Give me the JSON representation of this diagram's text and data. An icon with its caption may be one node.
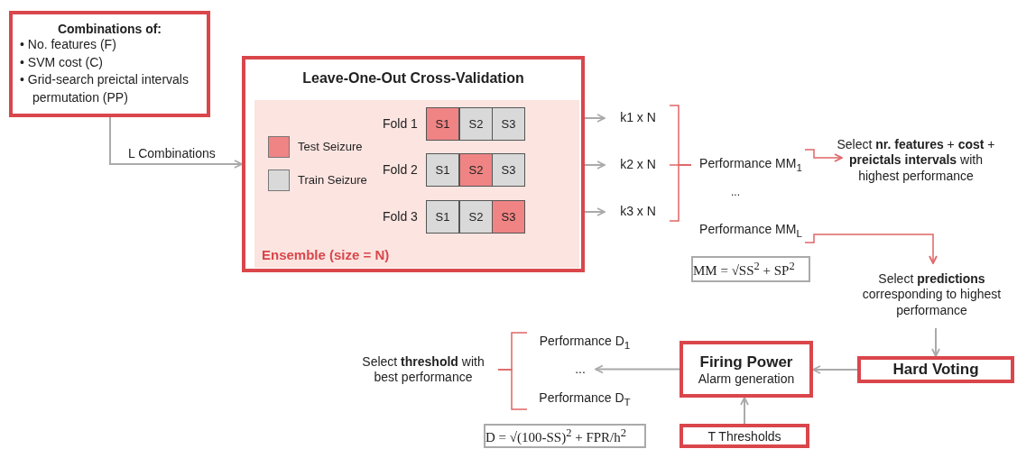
{
  "diagram": {
    "nodes": [
      {
        "text": [
          "Combinations of:",
          "• No. features (F)",
          "• SVM cost (C)",
          "• Grid-search preictal intervals permutation (PP)"
        ]
      },
      {
        "text": [
          "Leave-One-Out Cross-Validation"
        ]
      },
      {
        "text": [
          "Ensemble (size = N)"
        ],
        "in": 1
      },
      {
        "text": [
          "S1"
        ],
        "in": 2,
        "beside": [
          "Fold 1"
        ]
      },
      {
        "text": [
          "S2"
        ],
        "in": 2
      },
      {
        "text": [
          "S3"
        ],
        "in": 2
      },
      {
        "text": [
          "S1"
        ],
        "in": 2,
        "beside": [
          "Fold 2"
        ]
      },
      {
        "text": [
          "S2"
        ],
        "in": 2
      },
      {
        "text": [
          "S3"
        ],
        "in": 2
      },
      {
        "text": [
          "S1"
        ],
        "in": 2,
        "beside": [
          "Fold 3"
        ]
      },
      {
        "text": [
          "S2"
        ],
        "in": 2
      },
      {
        "text": [
          "S3"
        ],
        "in": 2
      },
      {
        "text": [
          "k1 x N"
        ]
      },
      {
        "text": [
          "k2 x N"
        ]
      },
      {
        "text": [
          "k3 x N"
        ]
      },
      {
        "text": [
          "Performance MM$_{1}$"
        ]
      },
      {
        "text": [
          "Performance MM$_{L}$"
        ]
      },
      {
        "text": [
          "MM = √SS$^{2}$ + SP$^{2}$"
        ]
      },
      {
        "text": [
          "Select **nr. features** + **cost** + **preictals intervals** with highest performance"
        ]
      },
      {
        "text": [
          "Select **predictions** corresponding to highest performance"
        ]
      },
      {
        "text": [
          "Hard Voting"
        ]
      },
      {
        "text": [
          "Firing Power",
          "Alarm generation"
        ]
      },
      {
        "text": [
          "T Thresholds"
        ]
      },
      {
        "text": [
          "Performance D$_{1}$"
        ]
      },
      {
        "text": [
          "Performance D$_{T}$"
        ]
      },
      {
        "text": [
          "D = √(100-SS)$^{2}$ + FPR/h$^{2}$"
        ]
      },
      {
        "text": [
          "Select **threshold** with best performance"
        ]
      },
      {
        "text": [
          "..."
        ]
      }
    ],
    "edges": [
      {
        "from": 0,
        "to": 1,
        "arrow": "to",
        "label": "L Combinations"
      },
      {
        "from": null,
        "to": 12,
        "arrow": "to"
      },
      {
        "from": null,
        "to": 13,
        "arrow": "to"
      },
      {
        "from": null,
        "to": 14,
        "arrow": "to"
      },
      {
        "from": 12,
        "to": 15,
        "arrow": "none",
        "color": "#e06666"
      },
      {
        "from": 13,
        "to": 15,
        "arrow": "none",
        "color": "#e06666"
      },
      {
        "from": 14,
        "to": 15,
        "arrow": "none",
        "color": "#e06666"
      },
      {
        "from": 15,
        "to": 18,
        "arrow": "to",
        "color": "#e06666"
      },
      {
        "from": 16,
        "to": 19,
        "arrow": "to",
        "color": "#e06666"
      },
      {
        "from": 19,
        "to": 20,
        "arrow": "to"
      },
      {
        "from": 20,
        "to": 21,
        "arrow": "to"
      },
      {
        "from": 22,
        "to": 21,
        "arrow": "to"
      },
      {
        "from": 21,
        "to": 27,
        "arrow": "to"
      },
      {
        "from": 23,
        "to": 26,
        "arrow": "none",
        "color": "#e06666"
      },
      {
        "from": 24,
        "to": 26,
        "arrow": "none",
        "color": "#e06666"
      }
    ],
    "labels": [
      "..."
    ],
    "legend": [
      {
        "text": "Test Seizure",
        "color": "#f08484"
      },
      {
        "text": "Train Seizure",
        "color": "#d9d9d9"
      }
    ]
  }
}
